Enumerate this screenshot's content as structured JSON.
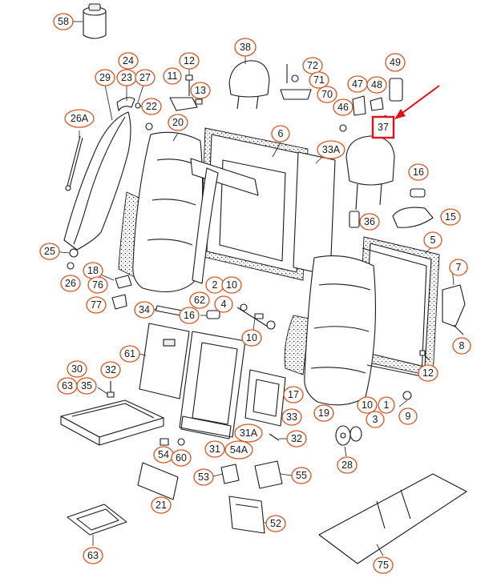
{
  "callouts": {
    "c58": "58",
    "c24": "24",
    "c29": "29",
    "c23": "23",
    "c27": "27",
    "c22": "22",
    "c26A": "26A",
    "c20": "20",
    "c12a": "12",
    "c11": "11",
    "c13": "13",
    "c38": "38",
    "c72": "72",
    "c71": "71",
    "c70": "70",
    "c49": "49",
    "c47": "47",
    "c48": "48",
    "c46": "46",
    "c37": "37",
    "c6": "6",
    "c33A": "33A",
    "c16a": "16",
    "c36": "36",
    "c15": "15",
    "c5": "5",
    "c7": "7",
    "c8": "8",
    "c25": "25",
    "c26": "26",
    "c18": "18",
    "c76": "76",
    "c77": "77",
    "c2": "2",
    "c10a": "10",
    "c4": "4",
    "c62": "62",
    "c34": "34",
    "c16b": "16",
    "c10b": "10",
    "c61": "61",
    "c12b": "12",
    "c30": "30",
    "c63a": "63",
    "c35": "35",
    "c32a": "32",
    "c17": "17",
    "c19": "19",
    "c10c": "10",
    "c1": "1",
    "c3": "3",
    "c9": "9",
    "c33": "33",
    "c31A": "31A",
    "c32b": "32",
    "c31": "31",
    "c54A": "54A",
    "c54": "54",
    "c60": "60",
    "c28": "28",
    "c53": "53",
    "c55": "55",
    "c21": "21",
    "c52": "52",
    "c63b": "63",
    "c75": "75"
  },
  "highlight": {
    "label": "37",
    "color": "#e3101a"
  },
  "colors": {
    "callout_border": "#d9531e",
    "line": "#1a1a1a"
  }
}
